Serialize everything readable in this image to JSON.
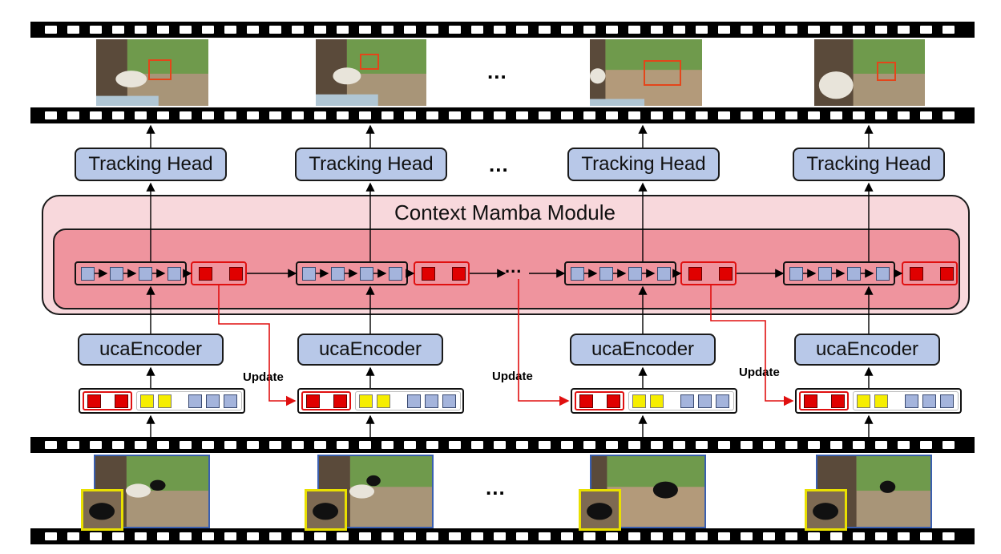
{
  "diagram": {
    "module_title": "Context Mamba Module",
    "head_label": "Tracking Head",
    "encoder_label": "ucaEncoder",
    "update_label": "Update",
    "ellipsis": "...",
    "colors": {
      "head_fill": "#b8c8e8",
      "module_outer": "#f8d8dc",
      "module_inner": "#ef949e",
      "context_token": "#e00000",
      "template_token": "#f6ee00",
      "search_token": "#a4b4dc",
      "update_arrow": "#e01010",
      "tracking_box": "#e4451a",
      "template_border": "#e9e000"
    },
    "icons": [
      "film-strip",
      "video-frame",
      "arrow",
      "token"
    ]
  }
}
